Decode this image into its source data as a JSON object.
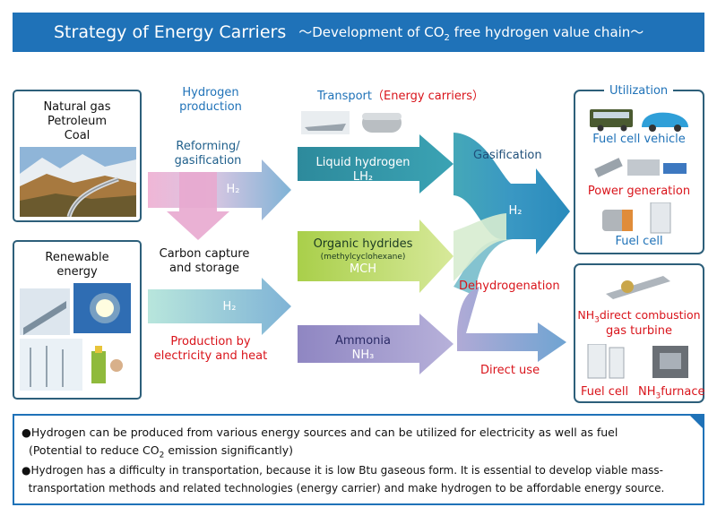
{
  "title": {
    "main": "Strategy of Energy Carriers",
    "sub_prefix": "～Development of CO",
    "sub_sub": "2",
    "sub_suffix": " free hydrogen value chain～"
  },
  "sources": {
    "fossil": [
      "Natural gas",
      "Petroleum",
      "Coal"
    ],
    "renewable": [
      "Renewable",
      "energy"
    ]
  },
  "production": {
    "header": [
      "Hydrogen",
      "production"
    ],
    "reforming": [
      "Reforming/",
      "gasification"
    ],
    "ccs": [
      "Carbon capture",
      "and storage"
    ],
    "electric": [
      "Production by",
      "electricity and heat"
    ],
    "h2_top": "H₂",
    "h2_bottom": "H₂"
  },
  "transport": {
    "header_blue": "Transport",
    "header_red": "（Energy carriers）",
    "lh2_name": "Liquid hydrogen",
    "lh2_formula": "LH₂",
    "mch_name": "Organic hydrides",
    "mch_detail": "(methylcyclohexane)",
    "mch_formula": "MCH",
    "ammonia_name": "Ammonia",
    "ammonia_formula": "NH₃"
  },
  "conversion": {
    "gasification": "Gasification",
    "dehydrogenation": "Dehydrogenation",
    "direct_use": "Direct use",
    "h2": "H₂"
  },
  "utilization": {
    "header": "Utilization",
    "fcv": "Fuel cell vehicle",
    "power": "Power generation",
    "fuel_cell": "Fuel cell"
  },
  "nh3_use": {
    "direct_combustion_prefix": "NH",
    "direct_combustion_sub": "3",
    "direct_combustion_suffix": "direct combustion",
    "gas_turbine": "gas turbine",
    "fuel_cell": "Fuel cell",
    "furnace_prefix": "NH",
    "furnace_sub": "3",
    "furnace_suffix": "furnace"
  },
  "notes": {
    "line1": "●Hydrogen can be produced from various energy sources and can be utilized for  electricity as well as fuel",
    "line2_prefix": "  (Potential to reduce CO",
    "line2_sub": "2",
    "line2_suffix": " emission significantly)",
    "line3": "●Hydrogen has a difficulty in transportation, because it is low Btu gaseous form. It is essential to develop viable mass-",
    "line4": "  transportation methods and related technologies (energy carrier) and make hydrogen to be affordable energy source."
  },
  "colors": {
    "title_bg": "#1f72b8",
    "accent_red": "#d9141b",
    "lh2_teal": "#2e8d9e",
    "mch_green": "#c4db72",
    "ammonia_purple": "#9b93c8",
    "h2_blue": "#7fb3d6",
    "ccs_pink": "#e8a9cf"
  }
}
